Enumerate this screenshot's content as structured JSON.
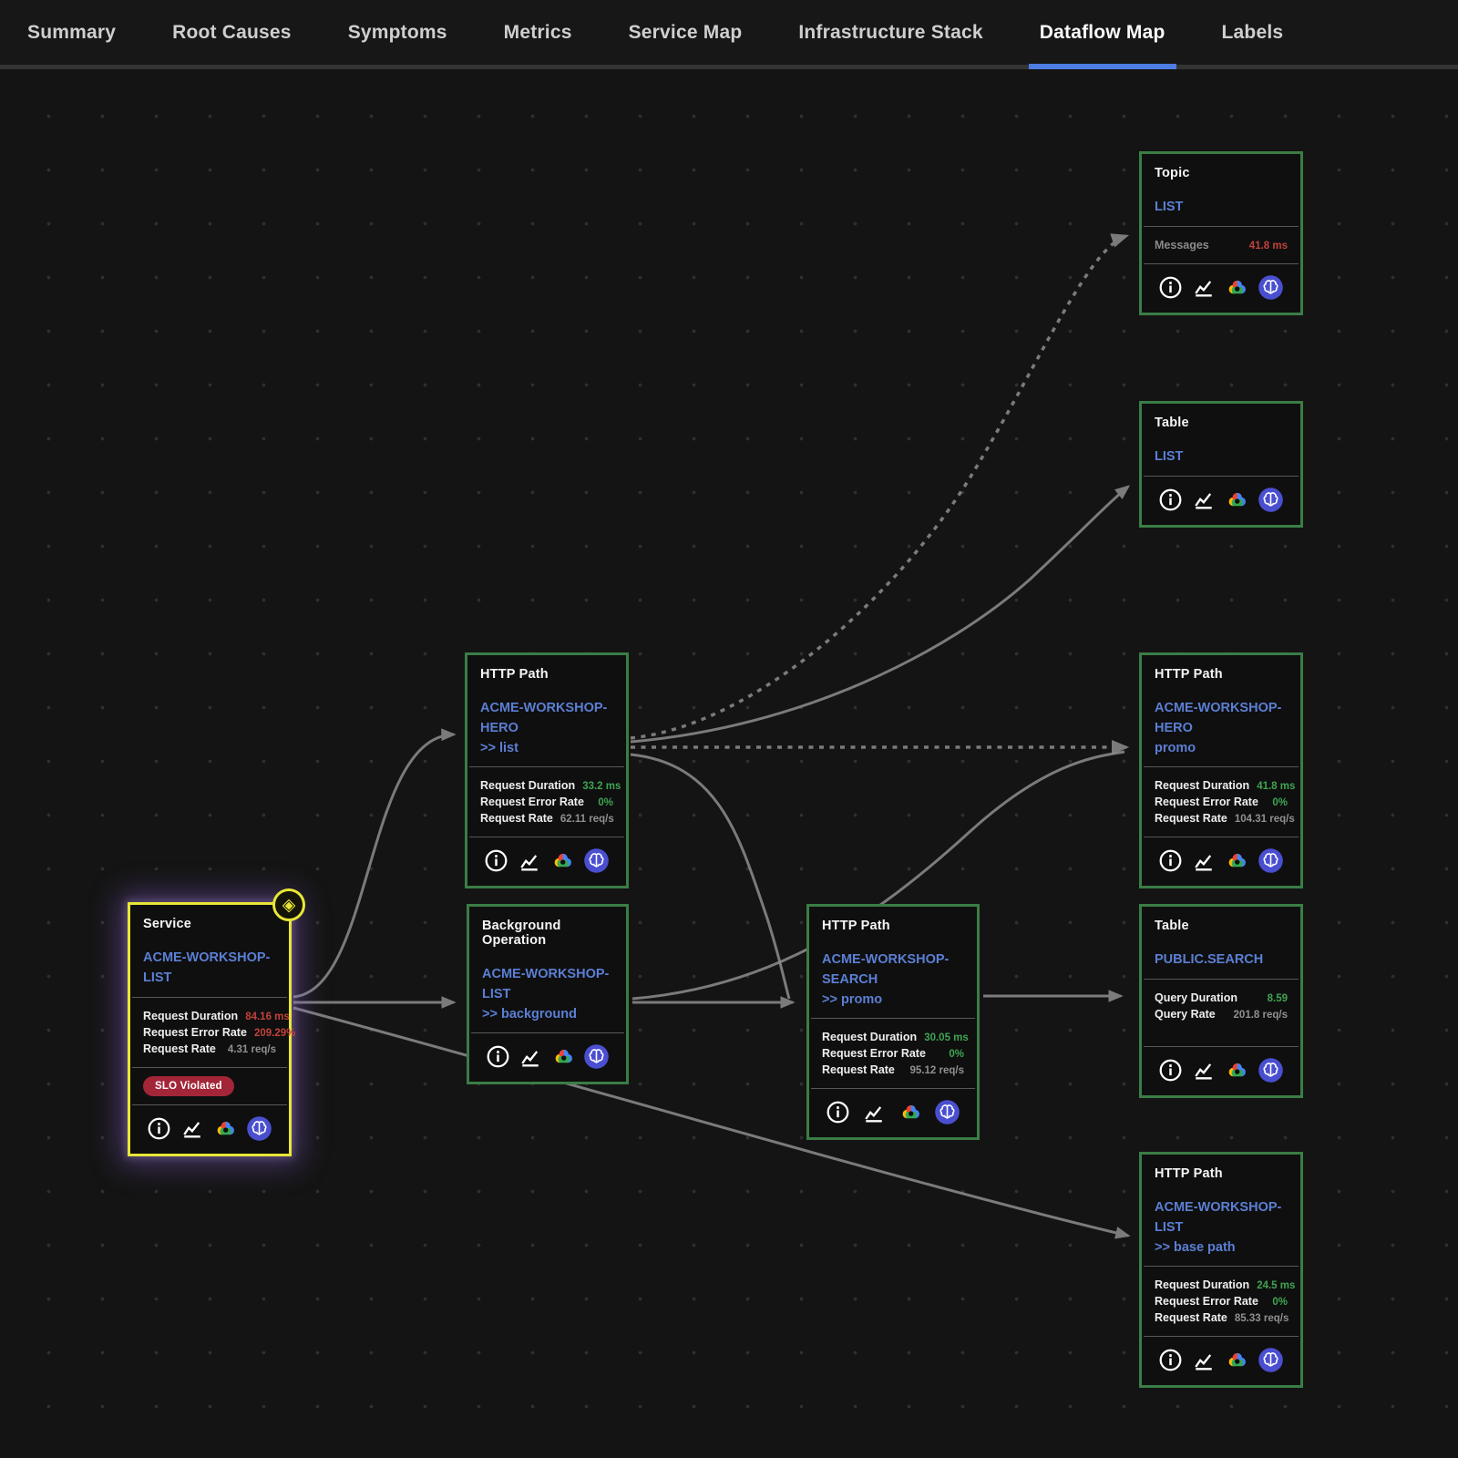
{
  "nav": {
    "tabs": [
      {
        "label": "Summary",
        "active": false
      },
      {
        "label": "Root Causes",
        "active": false
      },
      {
        "label": "Symptoms",
        "active": false
      },
      {
        "label": "Metrics",
        "active": false
      },
      {
        "label": "Service Map",
        "active": false
      },
      {
        "label": "Infrastructure Stack",
        "active": false
      },
      {
        "label": "Dataflow Map",
        "active": true
      },
      {
        "label": "Labels",
        "active": false
      }
    ]
  },
  "nodes": {
    "service": {
      "header": "Service",
      "title": "ACME-WORKSHOP-LIST",
      "badge": "SLO Violated",
      "marker_glyph": "◈",
      "metrics": [
        {
          "label": "Request Duration",
          "value": "84.16 ms",
          "tone": "bad"
        },
        {
          "label": "Request Error Rate",
          "value": "209.29%",
          "tone": "bad"
        },
        {
          "label": "Request Rate",
          "value": "4.31 req/s",
          "tone": "neutral"
        }
      ]
    },
    "http_list": {
      "header": "HTTP Path",
      "title": "ACME-WORKSHOP-HERO",
      "subtitle": ">> list",
      "metrics": [
        {
          "label": "Request Duration",
          "value": "33.2 ms",
          "tone": "good"
        },
        {
          "label": "Request Error Rate",
          "value": "0%",
          "tone": "good"
        },
        {
          "label": "Request Rate",
          "value": "62.11 req/s",
          "tone": "neutral"
        }
      ]
    },
    "bg_op": {
      "header": "Background Operation",
      "title": "ACME-WORKSHOP-LIST",
      "subtitle": ">> background",
      "metrics": []
    },
    "search": {
      "header": "HTTP Path",
      "title": "ACME-WORKSHOP-SEARCH",
      "subtitle": ">> promo",
      "metrics": [
        {
          "label": "Request Duration",
          "value": "30.05 ms",
          "tone": "good"
        },
        {
          "label": "Request Error Rate",
          "value": "0%",
          "tone": "good"
        },
        {
          "label": "Request Rate",
          "value": "95.12 req/s",
          "tone": "neutral"
        }
      ]
    },
    "topic": {
      "header": "Topic",
      "title": "LIST",
      "metrics": [
        {
          "label": "Messages",
          "label_tone": "dim",
          "value": "41.8 ms",
          "tone": "bad"
        }
      ]
    },
    "table_list": {
      "header": "Table",
      "title": "LIST",
      "metrics": []
    },
    "hero_promo": {
      "header": "HTTP Path",
      "title": "ACME-WORKSHOP-HERO",
      "subtitle": "promo",
      "metrics": [
        {
          "label": "Request Duration",
          "value": "41.8 ms",
          "tone": "good"
        },
        {
          "label": "Request Error Rate",
          "value": "0%",
          "tone": "good"
        },
        {
          "label": "Request Rate",
          "value": "104.31 req/s",
          "tone": "neutral"
        }
      ]
    },
    "public_search": {
      "header": "Table",
      "title": "PUBLIC.SEARCH",
      "metrics": [
        {
          "label": "Query Duration",
          "value": "8.59",
          "tone": "good"
        },
        {
          "label": "Query Rate",
          "value": "201.8 req/s",
          "tone": "neutral"
        }
      ]
    },
    "base_path": {
      "header": "HTTP Path",
      "title": "ACME-WORKSHOP-LIST",
      "subtitle": ">> base path",
      "metrics": [
        {
          "label": "Request Duration",
          "value": "24.5 ms",
          "tone": "good"
        },
        {
          "label": "Request Error Rate",
          "value": "0%",
          "tone": "good"
        },
        {
          "label": "Request Rate",
          "value": "85.33 req/s",
          "tone": "neutral"
        }
      ]
    }
  },
  "icons": [
    "info-icon",
    "metrics-chart-icon",
    "google-cloud-icon",
    "ai-brain-icon"
  ],
  "colors": {
    "accent_blue": "#4d7ce2",
    "node_border_green": "#3a7d46",
    "alert_yellow": "#e8e636",
    "link_blue": "#5b7fd4",
    "value_red": "#c2423c",
    "value_green": "#3fa452",
    "badge_red": "#a32638",
    "edge_gray": "#8d8d8d"
  }
}
